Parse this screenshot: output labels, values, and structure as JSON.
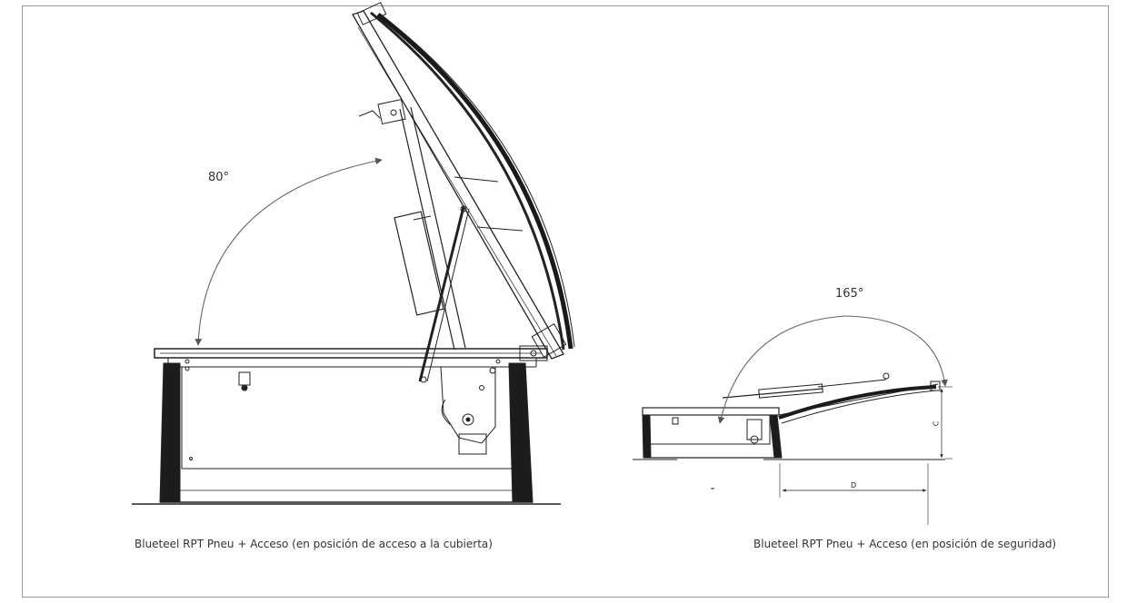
{
  "left": {
    "angle": "80°",
    "caption": "Blueteel RPT Pneu + Acceso (en posición de acceso a la cubierta)"
  },
  "right": {
    "angle": "165°",
    "caption": "Blueteel RPT Pneu + Acceso (en posición de seguridad)",
    "dim_c": "C",
    "dim_d": "D"
  }
}
